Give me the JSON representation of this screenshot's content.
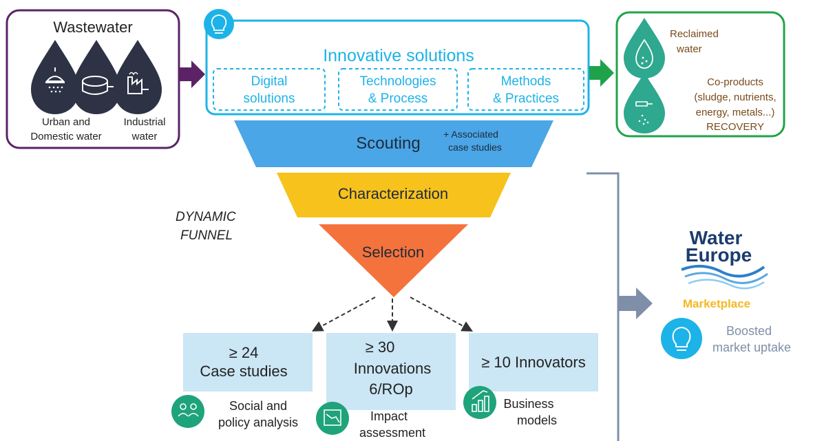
{
  "wastewater": {
    "title": "Wastewater",
    "urban_label_1": "Urban and",
    "urban_label_2": "Domestic water",
    "industrial_label_1": "Industrial",
    "industrial_label_2": "water"
  },
  "innovative": {
    "title": "Innovative solutions",
    "digital_1": "Digital",
    "digital_2": "solutions",
    "tech_1": "Technologies",
    "tech_2": "& Process",
    "methods_1": "Methods",
    "methods_2": "& Practices"
  },
  "outputs": {
    "reclaimed_1": "Reclaimed",
    "reclaimed_2": "water",
    "co_1": "Co-products",
    "co_2": "(sludge, nutrients,",
    "co_3": "energy, metals...)",
    "co_4": "RECOVERY"
  },
  "funnel": {
    "scouting": "Scouting",
    "assoc_1": "+ Associated",
    "assoc_2": "case studies",
    "characterization": "Characterization",
    "selection": "Selection",
    "dynamic_1": "DYNAMIC",
    "dynamic_2": "FUNNEL"
  },
  "results": {
    "case_1": "≥ 24",
    "case_2": "Case studies",
    "innov_1": "≥ 30",
    "innov_2": "Innovations",
    "innov_3": "6/ROp",
    "innovators": "≥ 10 Innovators"
  },
  "analyses": {
    "social_1": "Social and",
    "social_2": "policy analysis",
    "impact_1": "Impact",
    "impact_2": "assessment",
    "business_1": "Business",
    "business_2": "models"
  },
  "marketplace": {
    "logo_1": "Water",
    "logo_2": "Europe",
    "label": "Marketplace",
    "boost_1": "Boosted",
    "boost_2": "market uptake"
  },
  "colors": {
    "purple": "#5b2366",
    "cyan": "#1db3e8",
    "green": "#1fa34a",
    "teal": "#2ea88f",
    "navy": "#2d3345",
    "funnel_blue": "#4aa6e6",
    "funnel_yellow": "#f7c21b",
    "funnel_orange": "#f4733c",
    "result_box": "#cbe6f5",
    "brown_text": "#7a4a1a",
    "slate": "#7f8fa8",
    "marketplace_yellow": "#f5b820",
    "we_navy": "#1c3c6e"
  }
}
